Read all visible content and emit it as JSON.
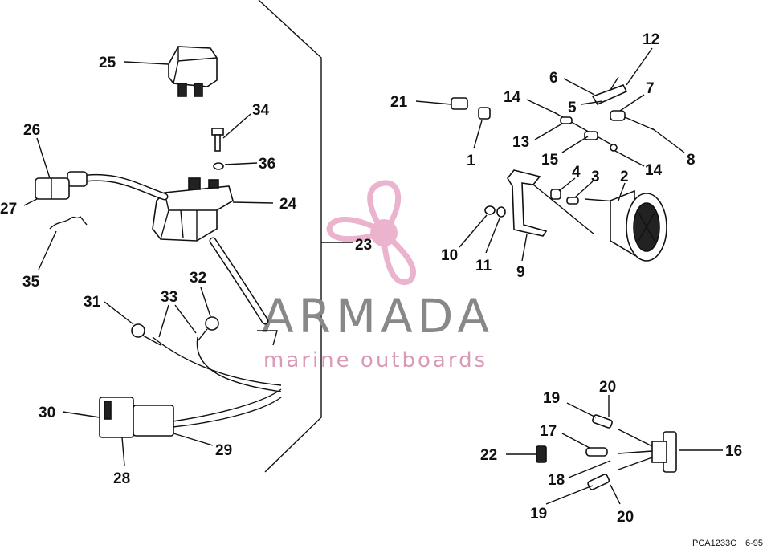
{
  "watermark": {
    "brand": "ARMADA",
    "tagline": "marine outboards",
    "propeller_color": "#e8a6c6"
  },
  "callouts": [
    "1",
    "2",
    "3",
    "4",
    "5",
    "6",
    "7",
    "8",
    "9",
    "10",
    "11",
    "12",
    "13",
    "14",
    "14",
    "15",
    "16",
    "17",
    "18",
    "19",
    "19",
    "20",
    "20",
    "21",
    "22",
    "23",
    "24",
    "25",
    "26",
    "27",
    "28",
    "29",
    "30",
    "31",
    "32",
    "33",
    "34",
    "35",
    "36"
  ],
  "footer": {
    "drawing_code": "PCA1233C",
    "date": "6-95"
  }
}
